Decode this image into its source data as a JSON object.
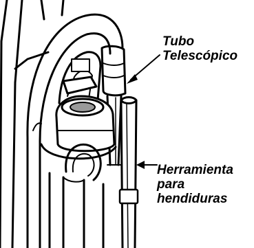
{
  "labels": {
    "telescopic_tube": [
      "Tubo",
      "Telescópico"
    ],
    "crevice_tool": [
      "Herramienta",
      "para",
      "hendiduras"
    ]
  },
  "colors": {
    "ink": "#000000",
    "paper": "#ffffff",
    "shade": "#9a9a9a"
  }
}
